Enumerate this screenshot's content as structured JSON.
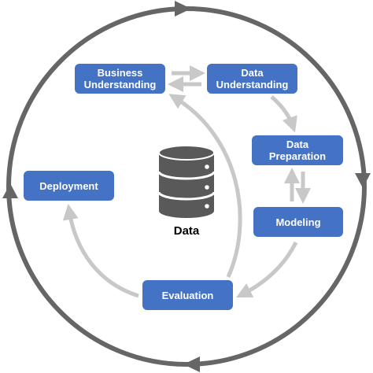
{
  "phases": {
    "business_understanding": "Business\nUnderstanding",
    "data_understanding": "Data\nUnderstanding",
    "data_preparation": "Data\nPreparation",
    "modeling": "Modeling",
    "deployment": "Deployment",
    "evaluation": "Evaluation"
  },
  "center": {
    "label": "Data",
    "icon": "database-icon"
  },
  "colors": {
    "box": "#4472c4",
    "outer_cycle": "#666666",
    "inner_arrows": "#c8c8c8",
    "database": "#595959"
  }
}
